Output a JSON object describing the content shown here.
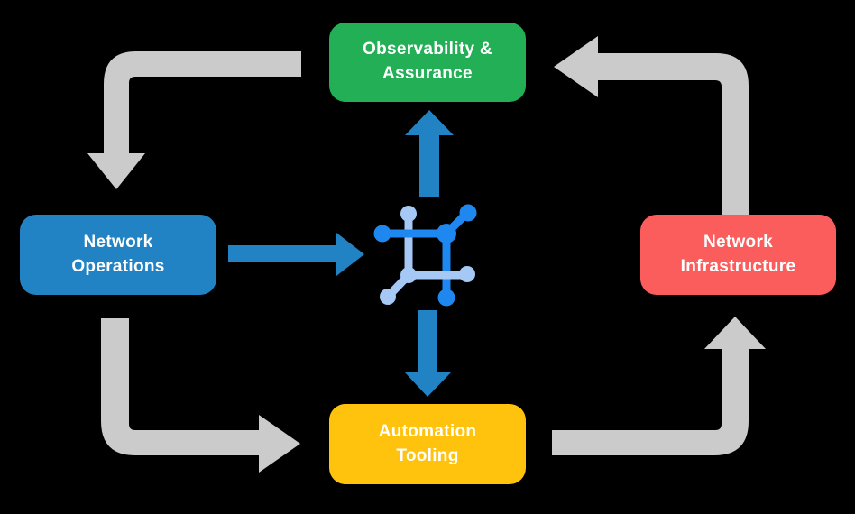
{
  "diagram": {
    "type": "cycle-flow-diagram",
    "description_cycle": [
      "Observability & Assurance",
      "Network Operations",
      "Automation Tooling",
      "Network Infrastructure"
    ]
  },
  "nodes": {
    "observability": {
      "label": "Observability &\nAssurance",
      "color": "#23AF55"
    },
    "operations": {
      "label": "Network\nOperations",
      "color": "#2183C4"
    },
    "infrastructure": {
      "label": "Network\nInfrastructure",
      "color": "#FB5D5D"
    },
    "automation": {
      "label": "Automation\nTooling",
      "color": "#FFC20D"
    }
  },
  "colors": {
    "background": "#000000",
    "text": "#FFFFFF",
    "cycle_arrow": "#CBCBCB",
    "blue_arrow": "#2183C4",
    "icon_dark_blue": "#1E87F0",
    "icon_light_blue": "#A6C8F5"
  },
  "icons": {
    "center": "network-chip-icon"
  }
}
